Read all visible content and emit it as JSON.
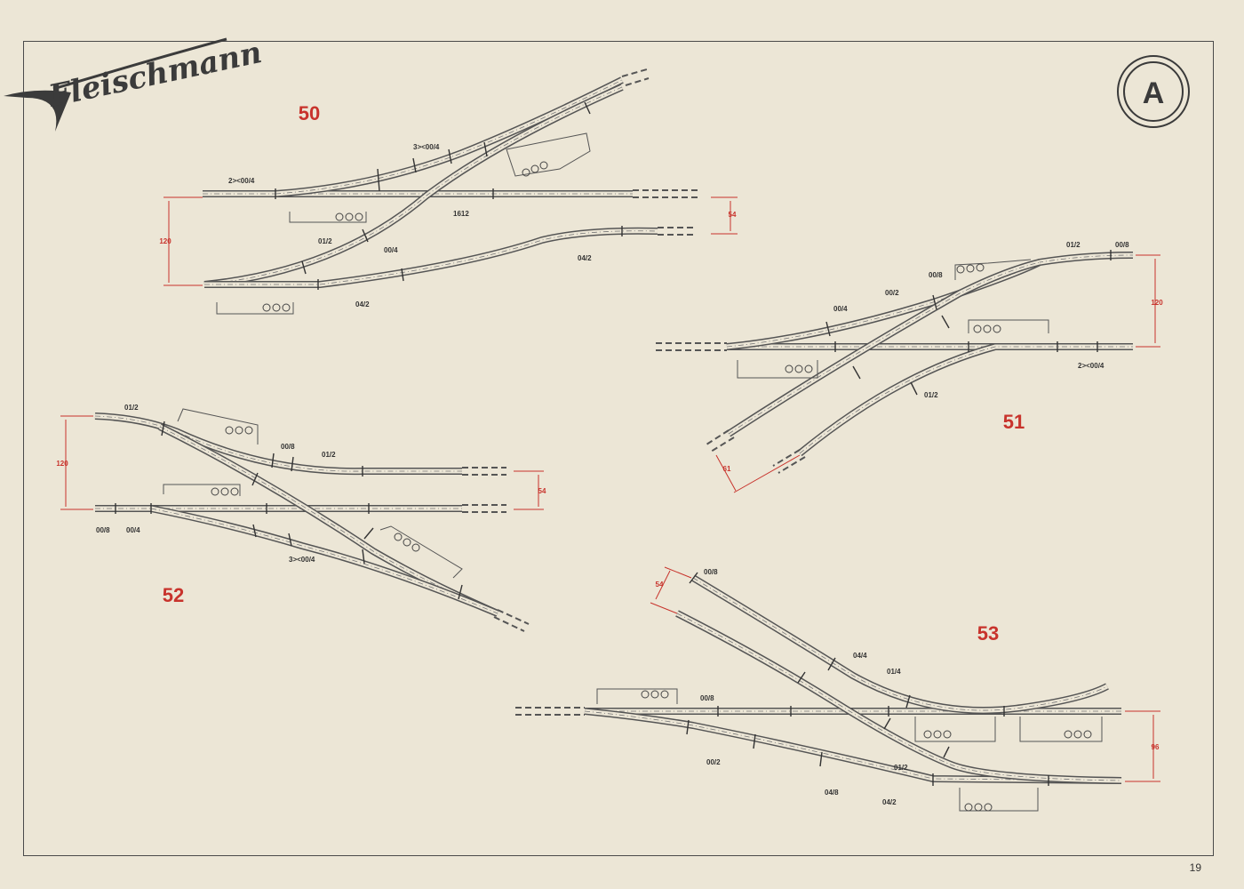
{
  "brand": {
    "logo_text": "Fleischmann",
    "badge_letter": "A"
  },
  "page_number": "19",
  "diagrams": [
    {
      "id": "50",
      "labels": [
        "2><00/4",
        "3><00/4",
        "1612",
        "01/2",
        "00/4",
        "04/2",
        "04/2"
      ],
      "dimensions": [
        "120",
        "54"
      ]
    },
    {
      "id": "51",
      "labels": [
        "01/2",
        "00/8",
        "00/8",
        "00/2",
        "00/4",
        "2><00/4",
        "01/2"
      ],
      "dimensions": [
        "120",
        "61"
      ]
    },
    {
      "id": "52",
      "labels": [
        "01/2",
        "00/8",
        "01/2",
        "00/8",
        "00/4",
        "3><00/4"
      ],
      "dimensions": [
        "120",
        "54"
      ]
    },
    {
      "id": "53",
      "labels": [
        "00/8",
        "04/4",
        "01/4",
        "00/8",
        "00/2",
        "01/2",
        "04/8",
        "04/2"
      ],
      "dimensions": [
        "54",
        "96"
      ]
    }
  ]
}
